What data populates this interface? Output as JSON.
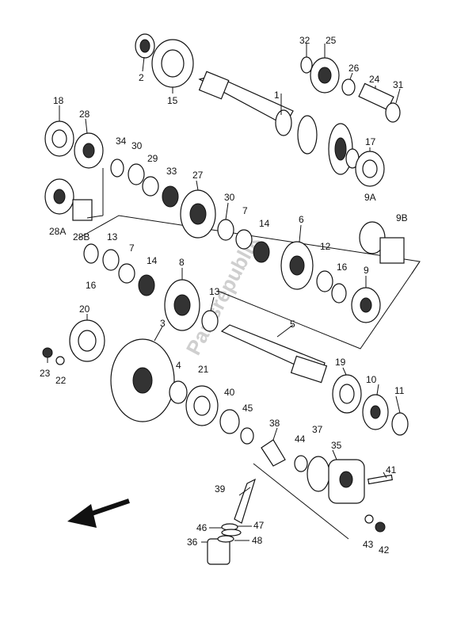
{
  "watermark": "Partsrepublik",
  "labels": {
    "l1": "1",
    "l2": "2",
    "l3": "3",
    "l4": "4",
    "l5": "5",
    "l6": "6",
    "l7a": "7",
    "l7b": "7",
    "l8": "8",
    "l9": "9",
    "l9a": "9A",
    "l9b": "9B",
    "l10": "10",
    "l11": "11",
    "l12": "12",
    "l13a": "13",
    "l13b": "13",
    "l14a": "14",
    "l14b": "14",
    "l15": "15",
    "l16a": "16",
    "l16b": "16",
    "l17": "17",
    "l18": "18",
    "l19": "19",
    "l20": "20",
    "l21": "21",
    "l22": "22",
    "l23": "23",
    "l24": "24",
    "l25": "25",
    "l26": "26",
    "l27": "27",
    "l28": "28",
    "l28a": "28A",
    "l28b": "28B",
    "l29": "29",
    "l30a": "30",
    "l30b": "30",
    "l31": "31",
    "l32": "32",
    "l33": "33",
    "l34": "34",
    "l35": "35",
    "l36": "36",
    "l37": "37",
    "l38": "38",
    "l39": "39",
    "l40": "40",
    "l41": "41",
    "l42": "42",
    "l43": "43",
    "l44": "44",
    "l45": "45",
    "l46": "46",
    "l47": "47",
    "l48": "48"
  },
  "direction_icon": "arrow-front-icon"
}
